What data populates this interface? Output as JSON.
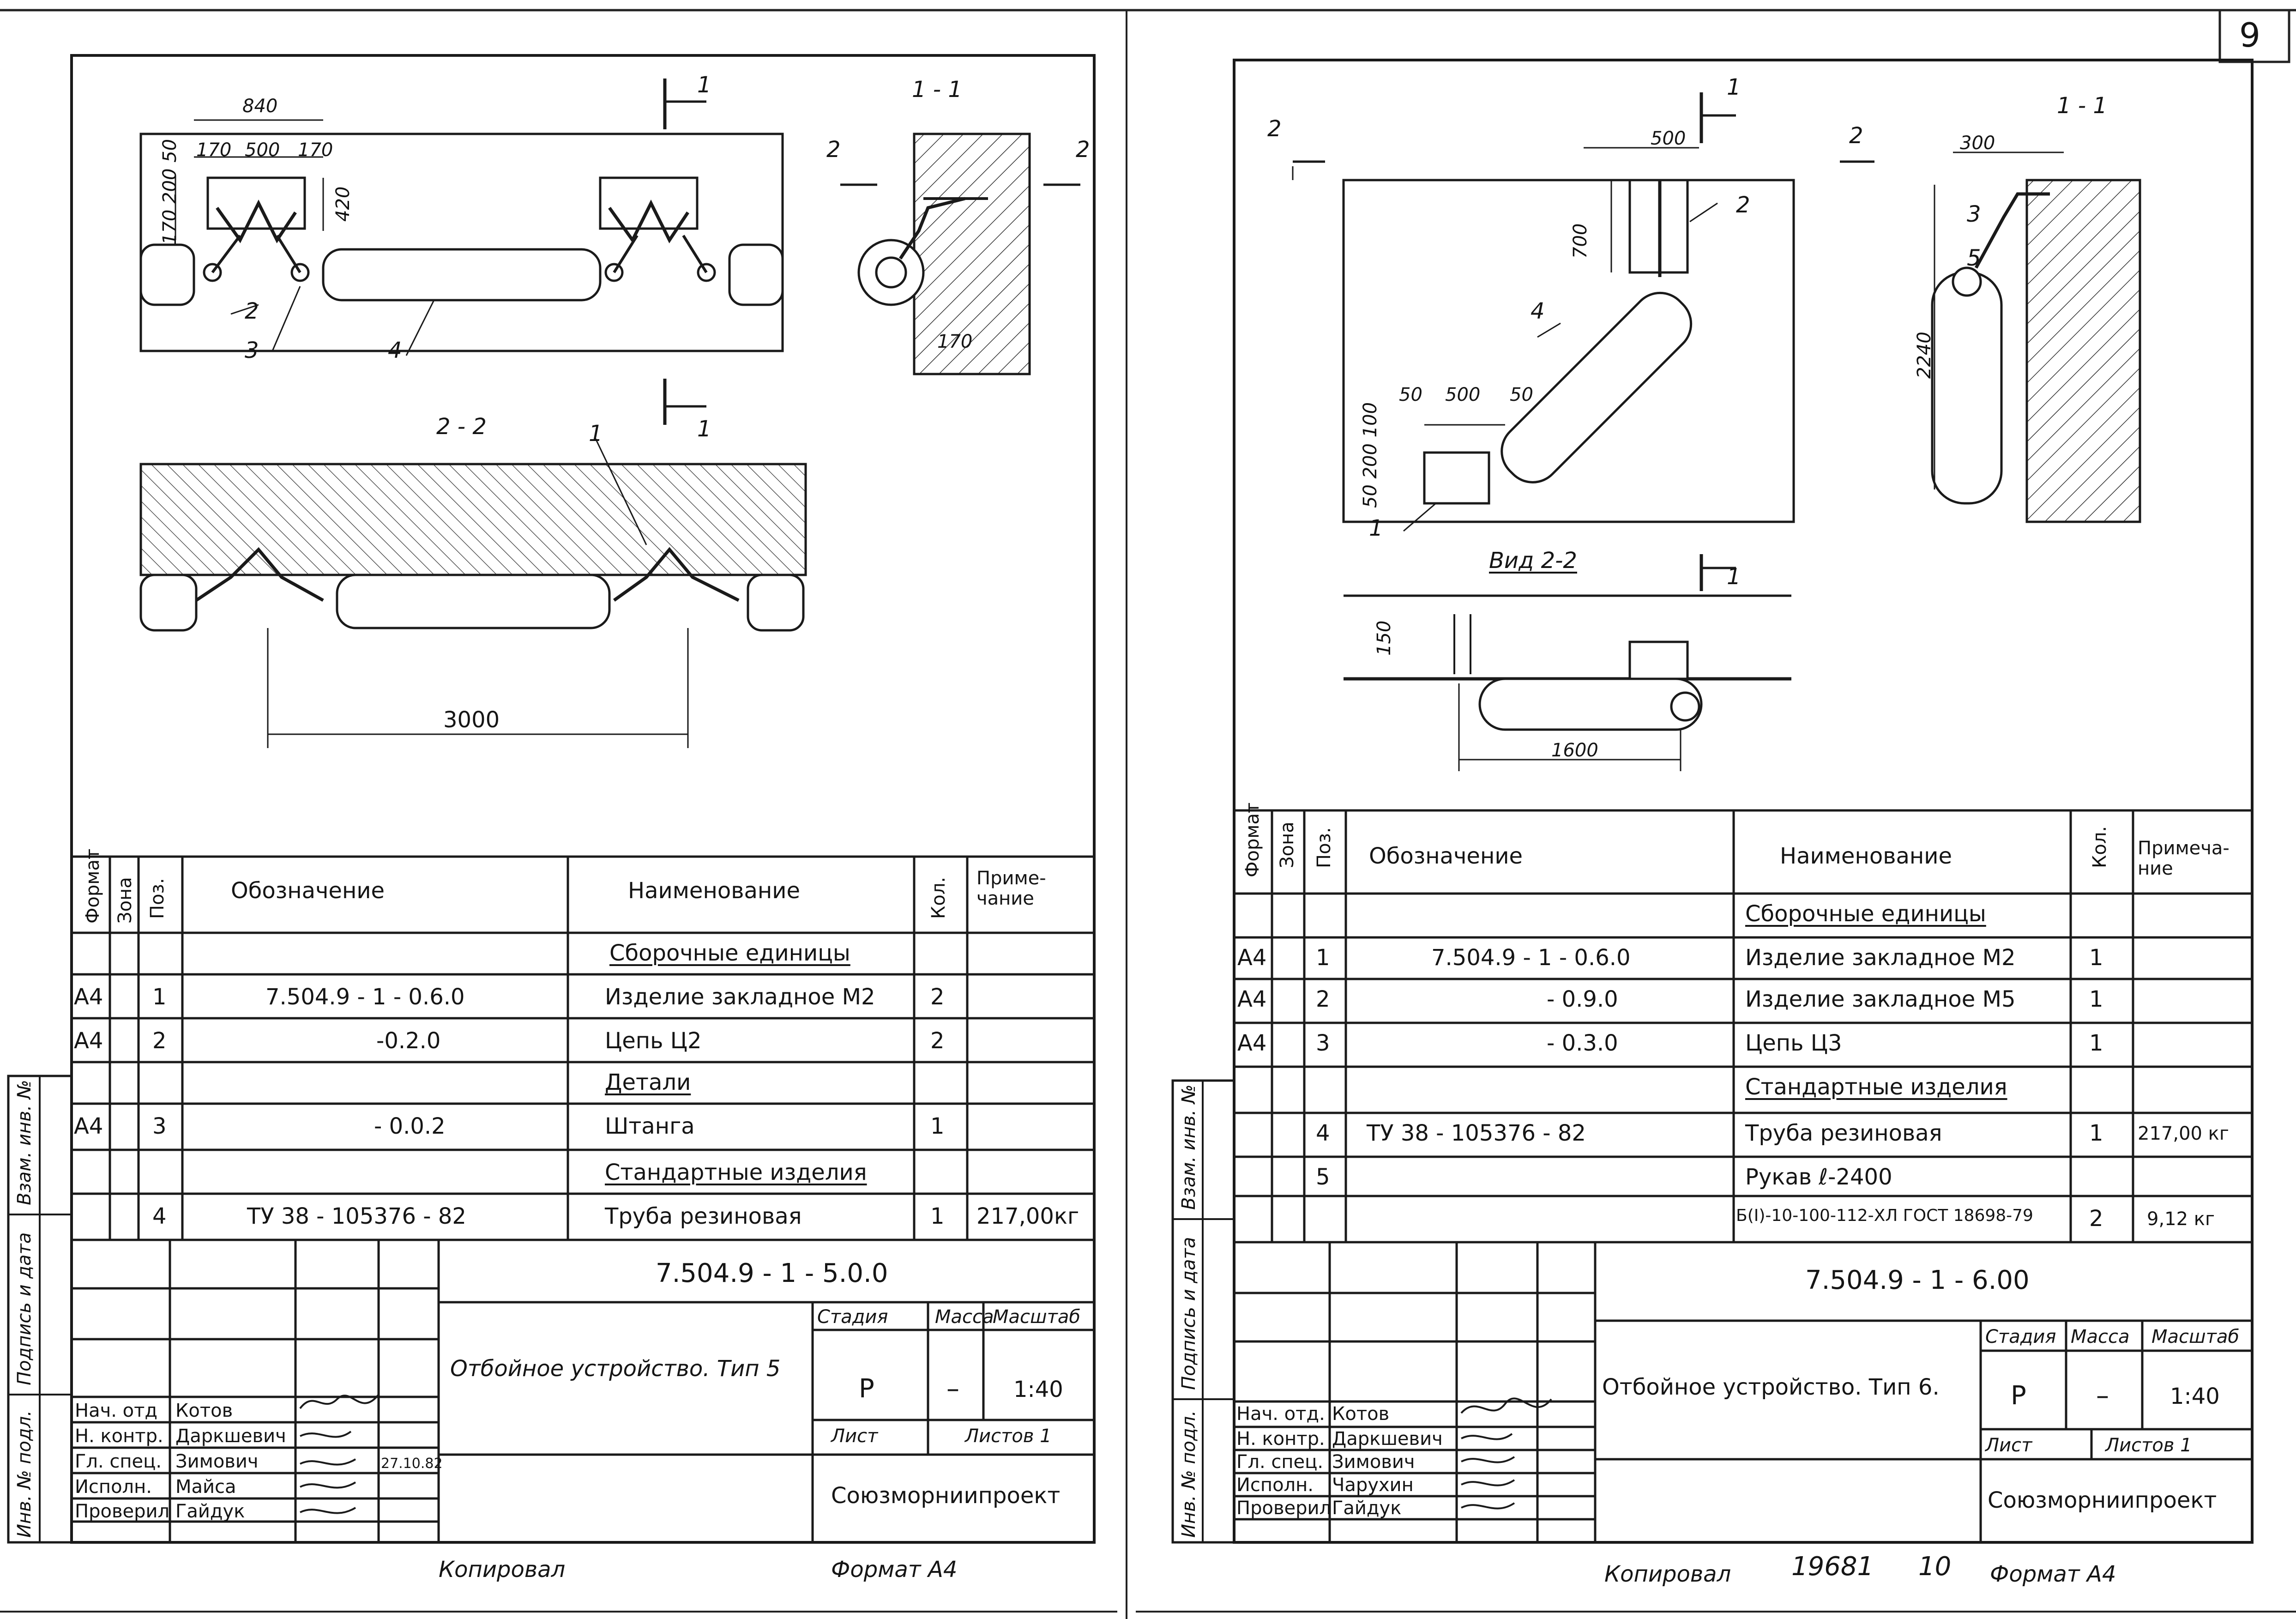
{
  "page_number": "9",
  "footer": {
    "left_copied": "Копировал",
    "left_format": "Формат А4",
    "right_copied": "Копировал",
    "right_inventory": "19681",
    "right_sheet": "10",
    "right_format": "Формат А4"
  },
  "side_stamp": {
    "left": [
      "Инв. № подл.",
      "Подпись и дата",
      "Взам. инв. №"
    ],
    "right": [
      "Инв. № подл.",
      "Подпись и дата",
      "Взам. инв. №"
    ]
  },
  "sheet1": {
    "drawing": {
      "section_1_1": "1 - 1",
      "section_2_2": "2 - 2",
      "cut_1": "1",
      "cut_2": "2",
      "dims": {
        "d840": "840",
        "d170a": "170",
        "d500": "500",
        "d170b": "170",
        "d_left": "170 200 50",
        "d420": "420",
        "d170c": "170",
        "d3000": "3000"
      },
      "callouts": [
        "2",
        "3",
        "4",
        "1"
      ]
    },
    "spec_headers": {
      "format": "Формат",
      "zone": "Зона",
      "pos": "Поз.",
      "designation": "Обозначение",
      "name": "Наименование",
      "qty": "Кол.",
      "note": "Приме- чание"
    },
    "spec_rows": [
      {
        "format": "",
        "pos": "",
        "designation": "",
        "name": "Сборочные единицы",
        "qty": "",
        "note": "",
        "section": true
      },
      {
        "format": "А4",
        "pos": "1",
        "designation": "7.504.9 - 1 - 0.6.0",
        "name": "Изделие закладное М2",
        "qty": "2",
        "note": ""
      },
      {
        "format": "А4",
        "pos": "2",
        "designation": "-0.2.0",
        "name": "Цепь Ц2",
        "qty": "2",
        "note": ""
      },
      {
        "format": "",
        "pos": "",
        "designation": "",
        "name": "Детали",
        "qty": "",
        "note": "",
        "section": true
      },
      {
        "format": "А4",
        "pos": "3",
        "designation": "- 0.0.2",
        "name": "Штанга",
        "qty": "1",
        "note": ""
      },
      {
        "format": "",
        "pos": "",
        "designation": "",
        "name": "Стандартные изделия",
        "qty": "",
        "note": "",
        "section": true
      },
      {
        "format": "",
        "pos": "4",
        "designation": "ТУ 38 - 105376 - 82",
        "name": "Труба резиновая",
        "qty": "1",
        "note": "217,00кг"
      }
    ],
    "title_block": {
      "doc_code": "7.504.9 - 1 - 5.0.0",
      "title": "Отбойное устройство. Тип 5",
      "stage_label": "Стадия",
      "mass_label": "Масса",
      "scale_label": "Масштаб",
      "stage": "Р",
      "mass": "–",
      "scale": "1:40",
      "sheet_label": "Лист",
      "sheets_label": "Листов 1",
      "org": "Союзморниипроект",
      "people": [
        {
          "role": "Нач. отд",
          "name": "Котов",
          "date": ""
        },
        {
          "role": "Н. контр.",
          "name": "Даркшевич",
          "date": ""
        },
        {
          "role": "Гл. спец.",
          "name": "Зимович",
          "date": "27.10.82"
        },
        {
          "role": "Исполн.",
          "name": "Майса",
          "date": ""
        },
        {
          "role": "Проверил",
          "name": "Гайдук",
          "date": ""
        }
      ]
    }
  },
  "sheet2": {
    "drawing": {
      "section_1_1": "1 - 1",
      "view_2_2": "Вид 2-2",
      "cut_1": "1",
      "cut_2": "2",
      "dims": {
        "d500": "500",
        "d700": "700",
        "d50a": "50",
        "d500b": "500",
        "d50b": "50",
        "d_left": "50 200 100",
        "d300": "300",
        "d2240": "2240",
        "d150": "150",
        "d1600": "1600"
      },
      "callouts": [
        "2",
        "4",
        "1",
        "3",
        "5"
      ]
    },
    "spec_headers": {
      "format": "Формат",
      "zone": "Зона",
      "pos": "Поз.",
      "designation": "Обозначение",
      "name": "Наименование",
      "qty": "Кол.",
      "note": "Примеча- ние"
    },
    "spec_rows": [
      {
        "format": "",
        "pos": "",
        "designation": "",
        "name": "Сборочные единицы",
        "qty": "",
        "note": "",
        "section": true
      },
      {
        "format": "А4",
        "pos": "1",
        "designation": "7.504.9 - 1 - 0.6.0",
        "name": "Изделие закладное М2",
        "qty": "1",
        "note": ""
      },
      {
        "format": "А4",
        "pos": "2",
        "designation": "- 0.9.0",
        "name": "Изделие закладное М5",
        "qty": "1",
        "note": ""
      },
      {
        "format": "А4",
        "pos": "3",
        "designation": "- 0.3.0",
        "name": "Цепь Ц3",
        "qty": "1",
        "note": ""
      },
      {
        "format": "",
        "pos": "",
        "designation": "",
        "name": "Стандартные изделия",
        "qty": "",
        "note": "",
        "section": true
      },
      {
        "format": "",
        "pos": "4",
        "designation": "ТУ 38 - 105376 - 82",
        "name": "Труба резиновая",
        "qty": "1",
        "note": "217,00 кг"
      },
      {
        "format": "",
        "pos": "5",
        "designation": "",
        "name": "Рукав ℓ-2400",
        "qty": "",
        "note": ""
      },
      {
        "format": "",
        "pos": "",
        "designation": "",
        "name": "Б(I)-10-100-112-ХЛ ГОСТ 18698-79",
        "qty": "2",
        "note": "9,12 кг"
      }
    ],
    "title_block": {
      "doc_code": "7.504.9 - 1 - 6.00",
      "title": "Отбойное устройство. Тип 6.",
      "stage_label": "Стадия",
      "mass_label": "Масса",
      "scale_label": "Масштаб",
      "stage": "Р",
      "mass": "–",
      "scale": "1:40",
      "sheet_label": "Лист",
      "sheets_label": "Листов 1",
      "org": "Союзморниипроект",
      "people": [
        {
          "role": "Нач. отд.",
          "name": "Котов",
          "date": ""
        },
        {
          "role": "Н. контр.",
          "name": "Даркшевич",
          "date": ""
        },
        {
          "role": "Гл. спец.",
          "name": "Зимович",
          "date": ""
        },
        {
          "role": "Исполн.",
          "name": "Чарухин",
          "date": ""
        },
        {
          "role": "Проверил",
          "name": "Гайдук",
          "date": ""
        }
      ]
    }
  }
}
